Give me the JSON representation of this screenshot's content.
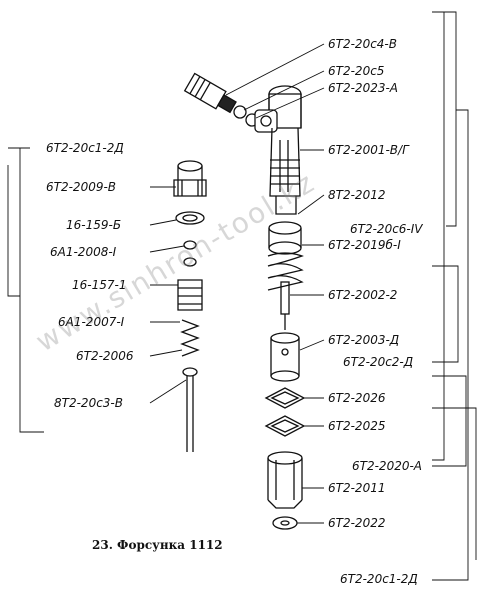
{
  "figure": {
    "caption": "23. Форсунка 1112",
    "watermark": "www.sinhron-tool.kz"
  },
  "labels": {
    "l1": "6Т2-20с4-В",
    "l2": "6Т2-20с5",
    "l3": "6Т2-2023-А",
    "l4": "6Т2-2001-В/Г",
    "l5": "8Т2-2012",
    "l6": "6Т2-20с6-IV",
    "l7": "6Т2-2019б-I",
    "l8": "6Т2-2002-2",
    "l9": "6Т2-2003-Д",
    "l10": "6Т2-20с2-Д",
    "l11": "6Т2-2026",
    "l12": "6Т2-2025",
    "l13": "6Т2-2020-А",
    "l14": "6Т2-2011",
    "l15": "6Т2-2022",
    "l16": "6Т2-20с1-2Д",
    "r1": "6Т2-20с1-2Д",
    "r2": "6Т2-2009-В",
    "r3": "16-159-Б",
    "r4": "6А1-2008-I",
    "r5": "16-157-1",
    "r6": "6А1-2007-I",
    "r7": "6Т2-2006",
    "r8": "8Т2-20с3-В"
  }
}
